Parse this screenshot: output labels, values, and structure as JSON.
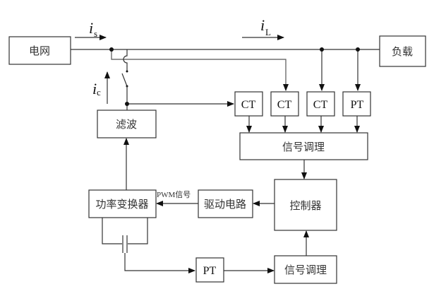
{
  "diagram": {
    "type": "block-diagram",
    "blocks": {
      "grid": "电网",
      "load": "负载",
      "filter": "滤波",
      "ct1": "CT",
      "ct2": "CT",
      "ct3": "CT",
      "pt_top": "PT",
      "signal_cond_top": "信号调理",
      "controller": "控制器",
      "driver": "驱动电路",
      "converter": "功率变换器",
      "pt_bottom": "PT",
      "signal_cond_bottom": "信号调理"
    },
    "labels": {
      "is_main": "i",
      "is_sub": "s",
      "il_main": "i",
      "il_sub": "L",
      "ic_main": "i",
      "ic_sub": "c",
      "pwm": "PWM信号"
    },
    "connections": [
      {
        "from": "电网",
        "to": "负载",
        "label": "i_s / i_L"
      },
      {
        "from": "junction-grid",
        "to": "CT (2)"
      },
      {
        "from": "junction-load-1",
        "to": "CT (3)"
      },
      {
        "from": "junction-load-2",
        "to": "PT"
      },
      {
        "from": "滤波 node",
        "to": "CT (1)"
      },
      {
        "from": "功率变换器",
        "to": "滤波"
      },
      {
        "from": "CT/CT/CT/PT",
        "to": "信号调理"
      },
      {
        "from": "信号调理",
        "to": "控制器"
      },
      {
        "from": "控制器",
        "to": "驱动电路"
      },
      {
        "from": "驱动电路",
        "to": "功率变换器",
        "label": "PWM信号"
      },
      {
        "from": "capacitor",
        "to": "PT"
      },
      {
        "from": "PT",
        "to": "信号调理"
      },
      {
        "from": "信号调理",
        "to": "控制器"
      }
    ]
  }
}
